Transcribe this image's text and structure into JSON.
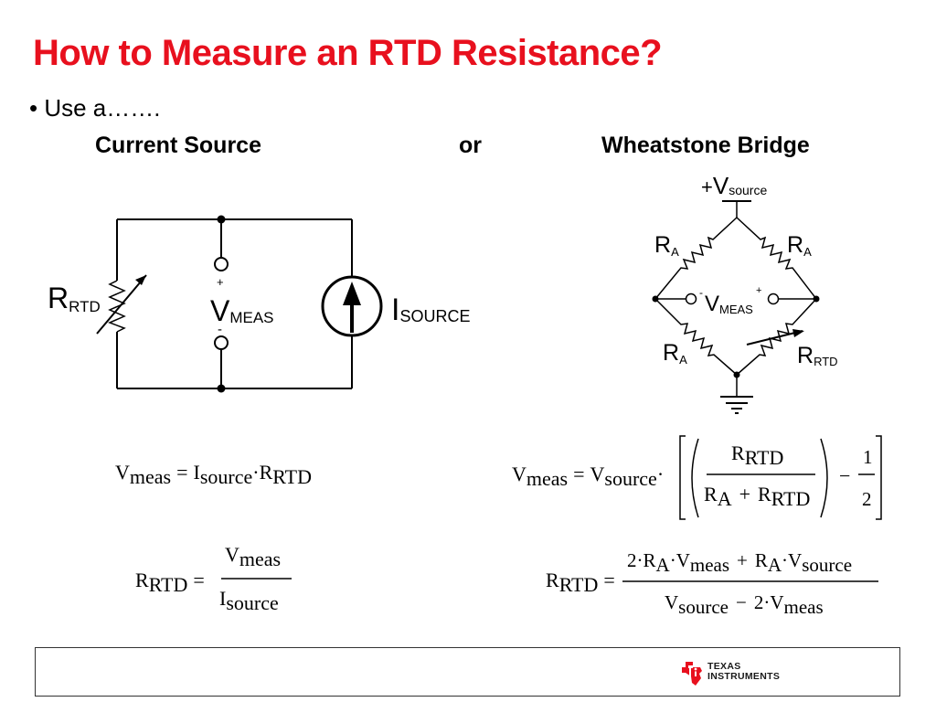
{
  "title": "How to Measure an RTD Resistance?",
  "bullet": "Use a…….",
  "headings": {
    "left": "Current Source",
    "middle": "or",
    "right": "Wheatstone Bridge"
  },
  "current_source_circuit": {
    "r_main": "R",
    "r_sub": "RTD",
    "v_main": "V",
    "v_sub": "MEAS",
    "plus": "+",
    "minus": "-",
    "i_main": "I",
    "i_sub": "SOURCE"
  },
  "bridge_circuit": {
    "vsrc_plus": "+",
    "vsrc_main": "V",
    "vsrc_sub": "source",
    "ra_main": "R",
    "ra_sub": "A",
    "rrtd_main": "R",
    "rrtd_sub": "RTD",
    "v_main": "V",
    "v_sub": "MEAS",
    "plus": "+",
    "minus": "-"
  },
  "equations": {
    "eq1": {
      "v": "V",
      "meas": "meas",
      "eq": "=",
      "i": "I",
      "source": "source",
      "dot": "·",
      "r": "R",
      "rtd": "RTD"
    },
    "eq2": {
      "r": "R",
      "rtd": "RTD",
      "eq": "=",
      "v": "V",
      "meas": "meas",
      "i": "I",
      "source": "source"
    },
    "eq3": {
      "v": "V",
      "meas": "meas",
      "eq": "=",
      "vs": "V",
      "source": "source",
      "dot": "·",
      "r": "R",
      "rtd": "RTD",
      "ra": "R",
      "a": "A",
      "plus": "+",
      "minus": "−",
      "one": "1",
      "two": "2"
    },
    "eq4": {
      "r": "R",
      "rtd": "RTD",
      "eq": "=",
      "two": "2·",
      "ra": "R",
      "a": "A",
      "dot": "·",
      "v": "V",
      "meas": "meas",
      "plus": "+",
      "vs": "V",
      "source": "source",
      "minus": "−",
      "two_b": "2·"
    }
  },
  "footer": {
    "logo_line1": "TEXAS",
    "logo_line2": "INSTRUMENTS"
  },
  "colors": {
    "title": "#e8101e",
    "logo": "#e8101e",
    "text": "#000000"
  }
}
